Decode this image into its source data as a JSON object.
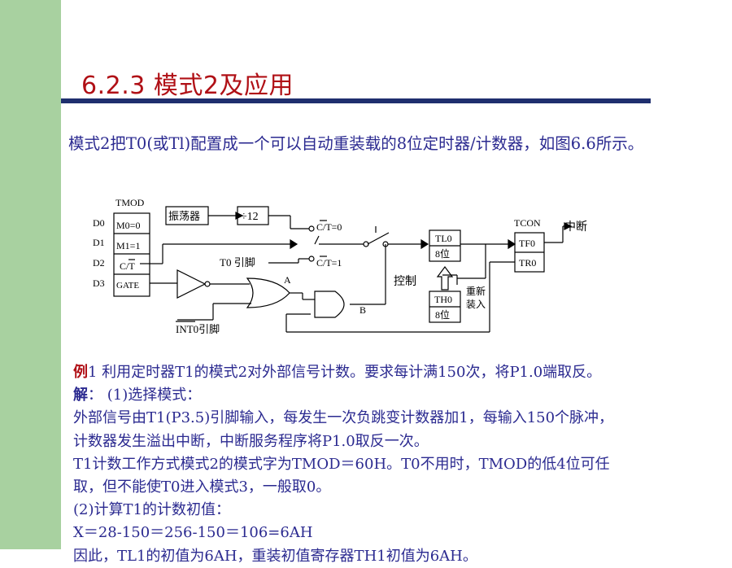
{
  "title": "6.2.3 模式2及应用",
  "intro": "模式2把T0(或Tl)配置成一个可以自动重装载的8位定时器/计数器，如图6.6所示。",
  "diagram": {
    "tmod_label": "TMOD",
    "bits": [
      "D0",
      "D1",
      "D2",
      "D3"
    ],
    "tmod_fields": [
      "M0=0",
      "M1=1",
      "C/T",
      "GATE"
    ],
    "oscillator": "振荡器",
    "divider": "÷12",
    "sw_upper": "C/T=0",
    "sw_lower": "C/T=1",
    "t0_pin": "T0 引脚",
    "int0_pin": "INT0引脚",
    "control": "控制",
    "tl0": [
      "TL0",
      "8位"
    ],
    "th0": [
      "TH0",
      "8位"
    ],
    "reload": [
      "重新",
      "装入"
    ],
    "tcon_label": "TCON",
    "tcon_fields": [
      "TF0",
      "TR0"
    ],
    "interrupt": "中断",
    "gate_a": "A",
    "gate_b": "B"
  },
  "example": {
    "line1_label": "例",
    "line1_text": "1 利用定时器T1的模式2对外部信号计数。要求每计满150次，将P1.0端取反。",
    "line2_label": "解",
    "line2_text": "： (1)选择模式：",
    "line3": "外部信号由T1(P3.5)引脚输入，每发生一次负跳变计数器加1，每输入150个脉冲，",
    "line4": "计数器发生溢出中断，中断服务程序将P1.0取反一次。",
    "line5": "T1计数工作方式模式2的模式字为TMOD＝60H。T0不用时，TMOD的低4位可任",
    "line6": "取，但不能使T0进入模式3，一般取0。",
    "line7": "(2)计算T1的计数初值：",
    "line8": "X＝28-150＝256-150＝106=6AH",
    "line9": "因此，TL1的初值为6AH，重装初值寄存器TH1初值为6AH。"
  }
}
